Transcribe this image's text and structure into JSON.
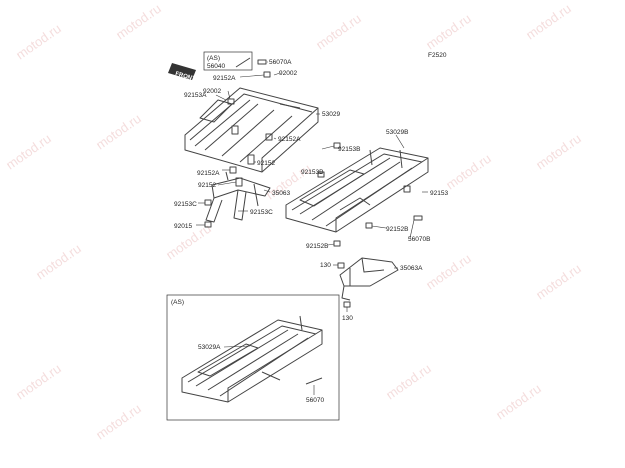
{
  "figure_code": "F2520",
  "front_tag": "FRONT",
  "watermark": "motod.ru",
  "as_box_label_top": "(AS)",
  "as_box_label_bottom": "(AS)",
  "labels": {
    "p56040": "56040",
    "p56070A": "56070A",
    "p92002a": "92002",
    "p92152Aa": "92152A",
    "p92153A": "92153A",
    "p92002b": "92002",
    "p53029": "53029",
    "p92152Ab": "92152A",
    "p92152": "92152",
    "p92152Ac": "92152A",
    "p92152b": "92152",
    "p35063": "35063",
    "p92153C": "92153C",
    "p92153Cb": "92153C",
    "p92015": "92015",
    "p53029B": "53029B",
    "p92153B": "92153B",
    "p92153Bb": "92153B",
    "p92153": "92153",
    "p92152B": "92152B",
    "p56070B": "56070B",
    "p92152Bb": "92152B",
    "p130a": "130",
    "p35063A": "35063A",
    "p130b": "130",
    "p53029A": "53029A",
    "p56070": "56070"
  }
}
